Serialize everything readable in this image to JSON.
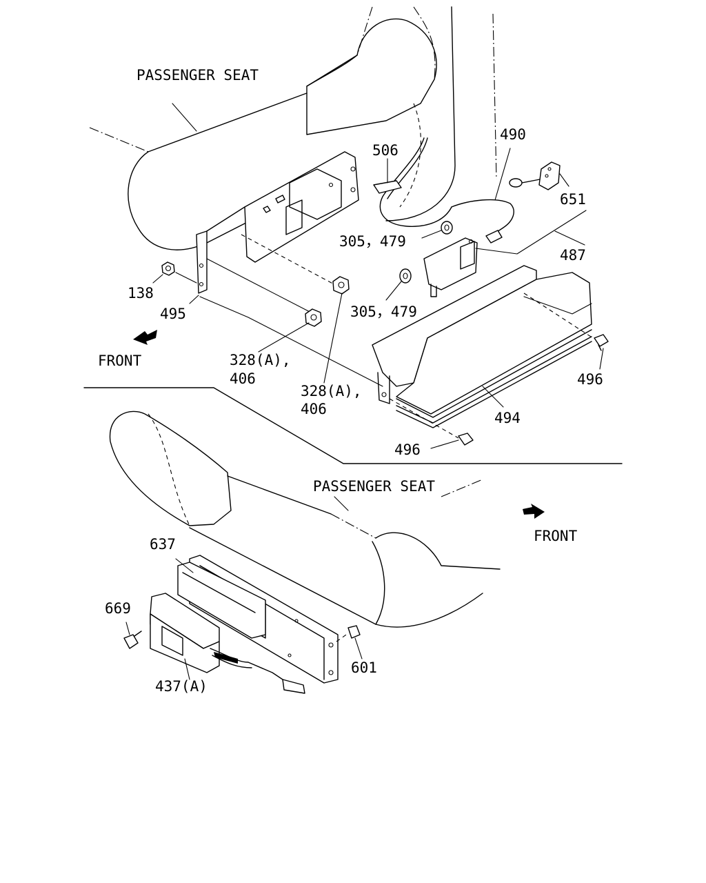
{
  "labels": {
    "passenger_seat_top": "PASSENGER SEAT",
    "passenger_seat_bottom": "PASSENGER SEAT",
    "front_top": "FRONT",
    "front_bottom": "FRONT",
    "p506": "506",
    "p490": "490",
    "p651": "651",
    "p487": "487",
    "p305_479_a": "305，479",
    "p305_479_b": "305，479",
    "p138": "138",
    "p495": "495",
    "p328_a_1": "328(A),",
    "p406_1": "406",
    "p328_a_2": "328(A),",
    "p406_2": "406",
    "p496_a": "496",
    "p494": "494",
    "p496_b": "496",
    "p637": "637",
    "p669": "669",
    "p601": "601",
    "p437a": "437(A)"
  }
}
